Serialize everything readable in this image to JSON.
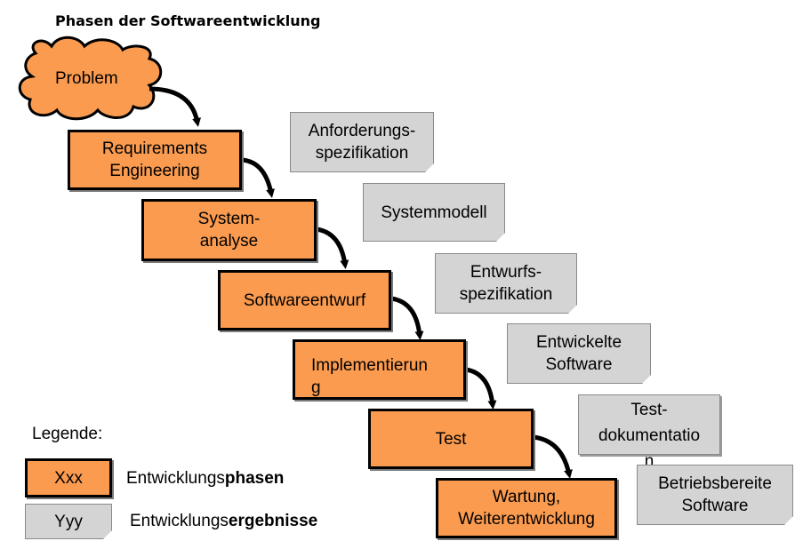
{
  "title": "Phasen der Softwareentwicklung",
  "start": "Problem",
  "phases": [
    "Requirements\nEngineering",
    "System-\nanalyse",
    "Softwareentwurf",
    "Implementierun\ng",
    "Test",
    "Wartung,\nWeiterentwicklung"
  ],
  "results": [
    "Anforderungs-\nspezifikation",
    "Systemmodell",
    "Entwurfs-\nspezifikation",
    "Entwickelte\nSoftware",
    "Test-\ndokumentatio\nn",
    "Betriebsbereite\nSoftware"
  ],
  "legend": {
    "heading": "Legende:",
    "phase_sample": "Xxx",
    "result_sample": "Yyy",
    "phase_text_prefix": "Entwicklungs",
    "phase_text_bold": "phasen",
    "result_text_prefix": "Entwicklungs",
    "result_text_bold": "ergebnisse"
  },
  "colors": {
    "phase": "#fb9b4f",
    "result": "#d4d4d4",
    "start": "#fb9b4f"
  }
}
